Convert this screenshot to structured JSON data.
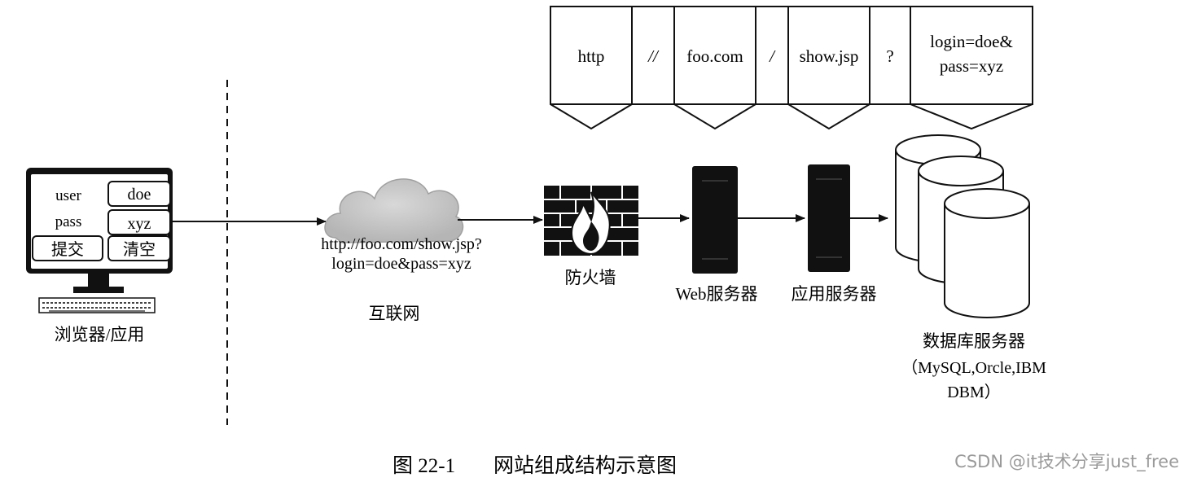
{
  "url_parts": [
    "http",
    "//",
    "foo.com",
    "/",
    "show.jsp",
    "?",
    "login=doe&",
    "pass=xyz"
  ],
  "browser_app": {
    "user_label": "user",
    "user_value": "doe",
    "pass_label": "pass",
    "pass_value": "xyz",
    "submit_label": "提交",
    "clear_label": "清空",
    "caption": "浏览器/应用"
  },
  "internet": {
    "url_line1": "http://foo.com/show.jsp?",
    "url_line2": "login=doe&pass=xyz",
    "label": "互联网"
  },
  "firewall": {
    "label": "防火墙"
  },
  "web_server": {
    "label": "Web服务器"
  },
  "app_server": {
    "label": "应用服务器"
  },
  "database": {
    "label_line1": "数据库服务器",
    "label_line2": "（MySQL,Orcle,IBM",
    "label_line3": "DBM）"
  },
  "figure_caption": {
    "number": "图 22-1",
    "title": "网站组成结构示意图"
  },
  "watermark": "CSDN @it技术分享just_free"
}
